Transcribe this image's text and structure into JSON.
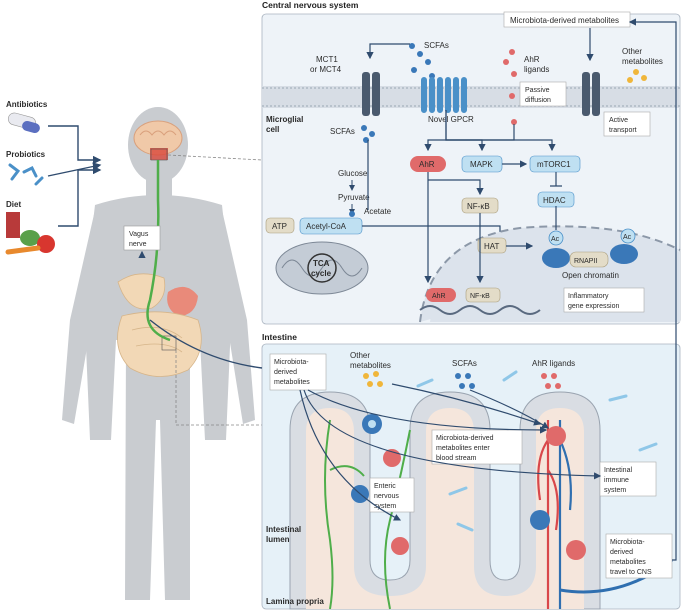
{
  "sections": {
    "cns_title": "Central nervous system",
    "intestine_title": "Intestine"
  },
  "left": {
    "antibiotics": "Antibiotics",
    "probiotics": "Probiotics",
    "diet": "Diet",
    "vagus_nerve_line1": "Vagus",
    "vagus_nerve_line2": "nerve"
  },
  "cns": {
    "microbiota_metabolites": "Microbiota-derived metabolites",
    "scfas_top": "SCFAs",
    "mct_line1": "MCT1",
    "mct_line2": "or MCT4",
    "ahr_ligands_line1": "AhR",
    "ahr_ligands_line2": "ligands",
    "other_metabolites_line1": "Other",
    "other_metabolites_line2": "metabolites",
    "passive_diffusion_line1": "Passive",
    "passive_diffusion_line2": "diffusion",
    "novel_gpcr": "Novel GPCR",
    "active_transport_line1": "Active",
    "active_transport_line2": "transport",
    "microglial_line1": "Microglial",
    "microglial_line2": "cell",
    "scfas_mid": "SCFAs",
    "ahr": "AhR",
    "mapk": "MAPK",
    "mtorc1": "mTORC1",
    "glucose": "Glucose",
    "pyruvate": "Pyruvate",
    "nfkb1": "NF-κB",
    "hdac": "HDAC",
    "acetate": "Acetate",
    "atp": "ATP",
    "acetyl_coa": "Acetyl-CoA",
    "hat": "HAT",
    "ac1": "Ac",
    "ac2": "Ac",
    "rnapii": "RNAPII",
    "tca_line1": "TCA",
    "tca_line2": "cycle",
    "open_chromatin": "Open chromatin",
    "ahr_nuc": "AhR",
    "nfkb2": "NF-κB",
    "inflammatory_line1": "Inflammatory",
    "inflammatory_line2": "gene expression"
  },
  "intestine": {
    "microbiota_line1": "Microbiota-",
    "microbiota_line2": "derived",
    "microbiota_line3": "metabolites",
    "other_metabolites_line1": "Other",
    "other_metabolites_line2": "metabolites",
    "scfas": "SCFAs",
    "ahr_ligands": "AhR ligands",
    "enter_blood_line1": "Microbiota-derived",
    "enter_blood_line2": "metabolites enter",
    "enter_blood_line3": "blood stream",
    "immune_line1": "Intestinal",
    "immune_line2": "immune",
    "immune_line3": "system",
    "enteric_line1": "Enteric",
    "enteric_line2": "nervous",
    "enteric_line3": "system",
    "lumen_line1": "Intestinal",
    "lumen_line2": "lumen",
    "travel_line1": "Microbiota-",
    "travel_line2": "derived",
    "travel_line3": "metabolites",
    "travel_line4": "travel to CNS",
    "lamina_propria": "Lamina propria"
  },
  "colors": {
    "panel_bg": "#eef3f8",
    "intestine_bg": "#e6f1f8",
    "receptor": "#4a90c8",
    "scfa_dot": "#3a78b8",
    "ahr_red": "#e06a6a",
    "metabolite_yellow": "#f0b63a",
    "nerve_green": "#4fae4a",
    "box_blue": "#bfe0f2",
    "box_tan": "#e3dcc8",
    "arrow": "#2f4b6e"
  }
}
